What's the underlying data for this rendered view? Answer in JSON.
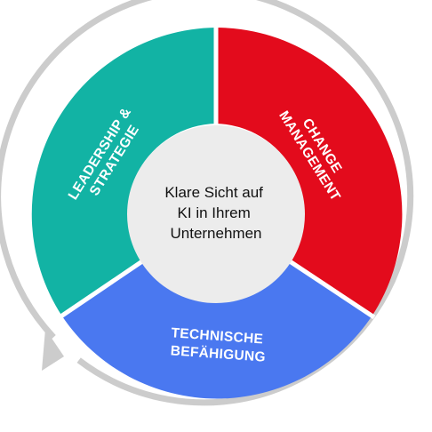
{
  "center": {
    "lines": [
      "Klare Sicht auf",
      "KI in Ihrem",
      "Unternehmen"
    ]
  },
  "segments": [
    {
      "id": "leadership",
      "lines": [
        "LEADERSHIP &",
        "STRATEGIE"
      ],
      "color": "#12b3a4"
    },
    {
      "id": "change",
      "lines": [
        "CHANGE",
        "MANAGEMENT"
      ],
      "color": "#e30b1c"
    },
    {
      "id": "technische",
      "lines": [
        "TECHNISCHE",
        "BEFÄHIGUNG"
      ],
      "color": "#4a78f0"
    }
  ],
  "cycle_arrow": {
    "icon": "circular-arrow-icon",
    "color": "#cccccc"
  },
  "center_circle_color": "#ececec"
}
